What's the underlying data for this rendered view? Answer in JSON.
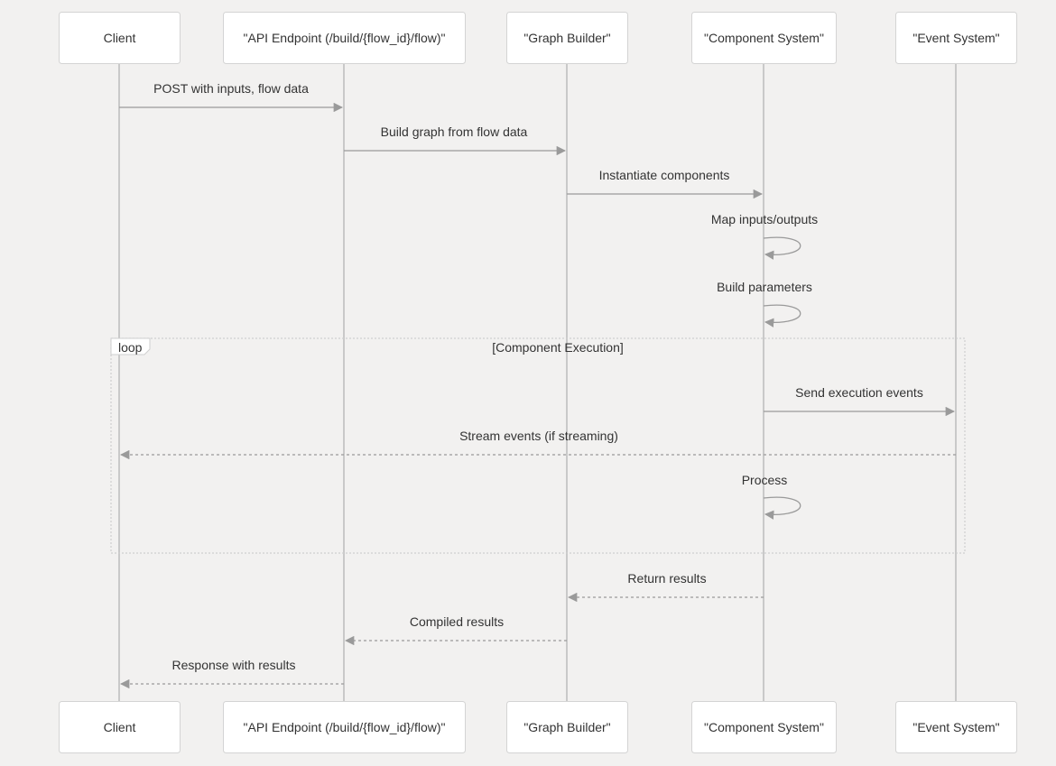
{
  "participants": [
    {
      "id": "client",
      "label": "Client"
    },
    {
      "id": "api",
      "label": "\"API Endpoint (/build/{flow_id}/flow)\""
    },
    {
      "id": "graph",
      "label": "\"Graph Builder\""
    },
    {
      "id": "component",
      "label": "\"Component System\""
    },
    {
      "id": "event",
      "label": "\"Event System\""
    }
  ],
  "messages": [
    {
      "from": "client",
      "to": "api",
      "label": "POST with inputs, flow data",
      "style": "solid"
    },
    {
      "from": "api",
      "to": "graph",
      "label": "Build graph from flow data",
      "style": "solid"
    },
    {
      "from": "graph",
      "to": "component",
      "label": "Instantiate components",
      "style": "solid"
    },
    {
      "from": "component",
      "to": "component",
      "label": "Map inputs/outputs",
      "style": "solid"
    },
    {
      "from": "component",
      "to": "component",
      "label": "Build parameters",
      "style": "solid"
    },
    {
      "from": "component",
      "to": "event",
      "label": "Send execution events",
      "style": "solid"
    },
    {
      "from": "event",
      "to": "client",
      "label": "Stream events (if streaming)",
      "style": "dashed"
    },
    {
      "from": "component",
      "to": "component",
      "label": "Process",
      "style": "solid"
    },
    {
      "from": "component",
      "to": "graph",
      "label": "Return results",
      "style": "dashed"
    },
    {
      "from": "graph",
      "to": "api",
      "label": "Compiled results",
      "style": "dashed"
    },
    {
      "from": "api",
      "to": "client",
      "label": "Response with results",
      "style": "dashed"
    }
  ],
  "loop": {
    "tag": "loop",
    "label": "[Component Execution]"
  },
  "colors": {
    "background": "#f2f1f0",
    "actor_fill": "#ffffff",
    "actor_border": "#d4d4d4",
    "lifeline": "#c9c9c9",
    "arrow": "#9a9a9a",
    "text": "#333333"
  }
}
